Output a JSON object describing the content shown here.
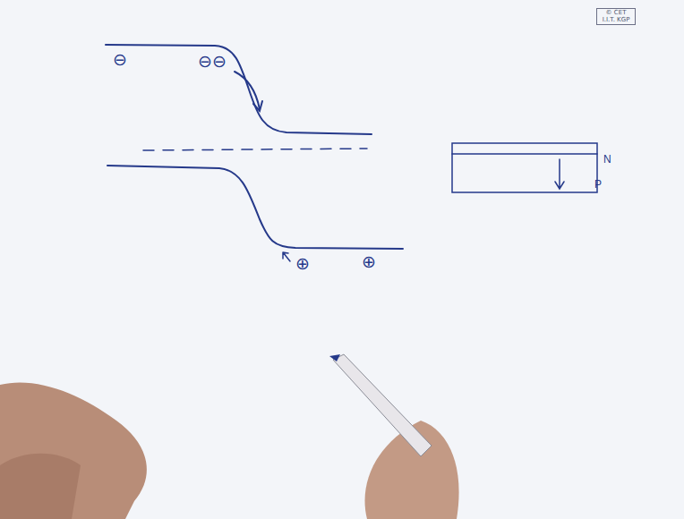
{
  "diagram": {
    "nodes": [
      {
        "text": [
          "© CET I.I.T. KGP"
        ]
      }
    ],
    "labels": [
      "⊖",
      "⊖",
      "⊖",
      "⊕",
      "⊕",
      "N",
      "P"
    ]
  }
}
